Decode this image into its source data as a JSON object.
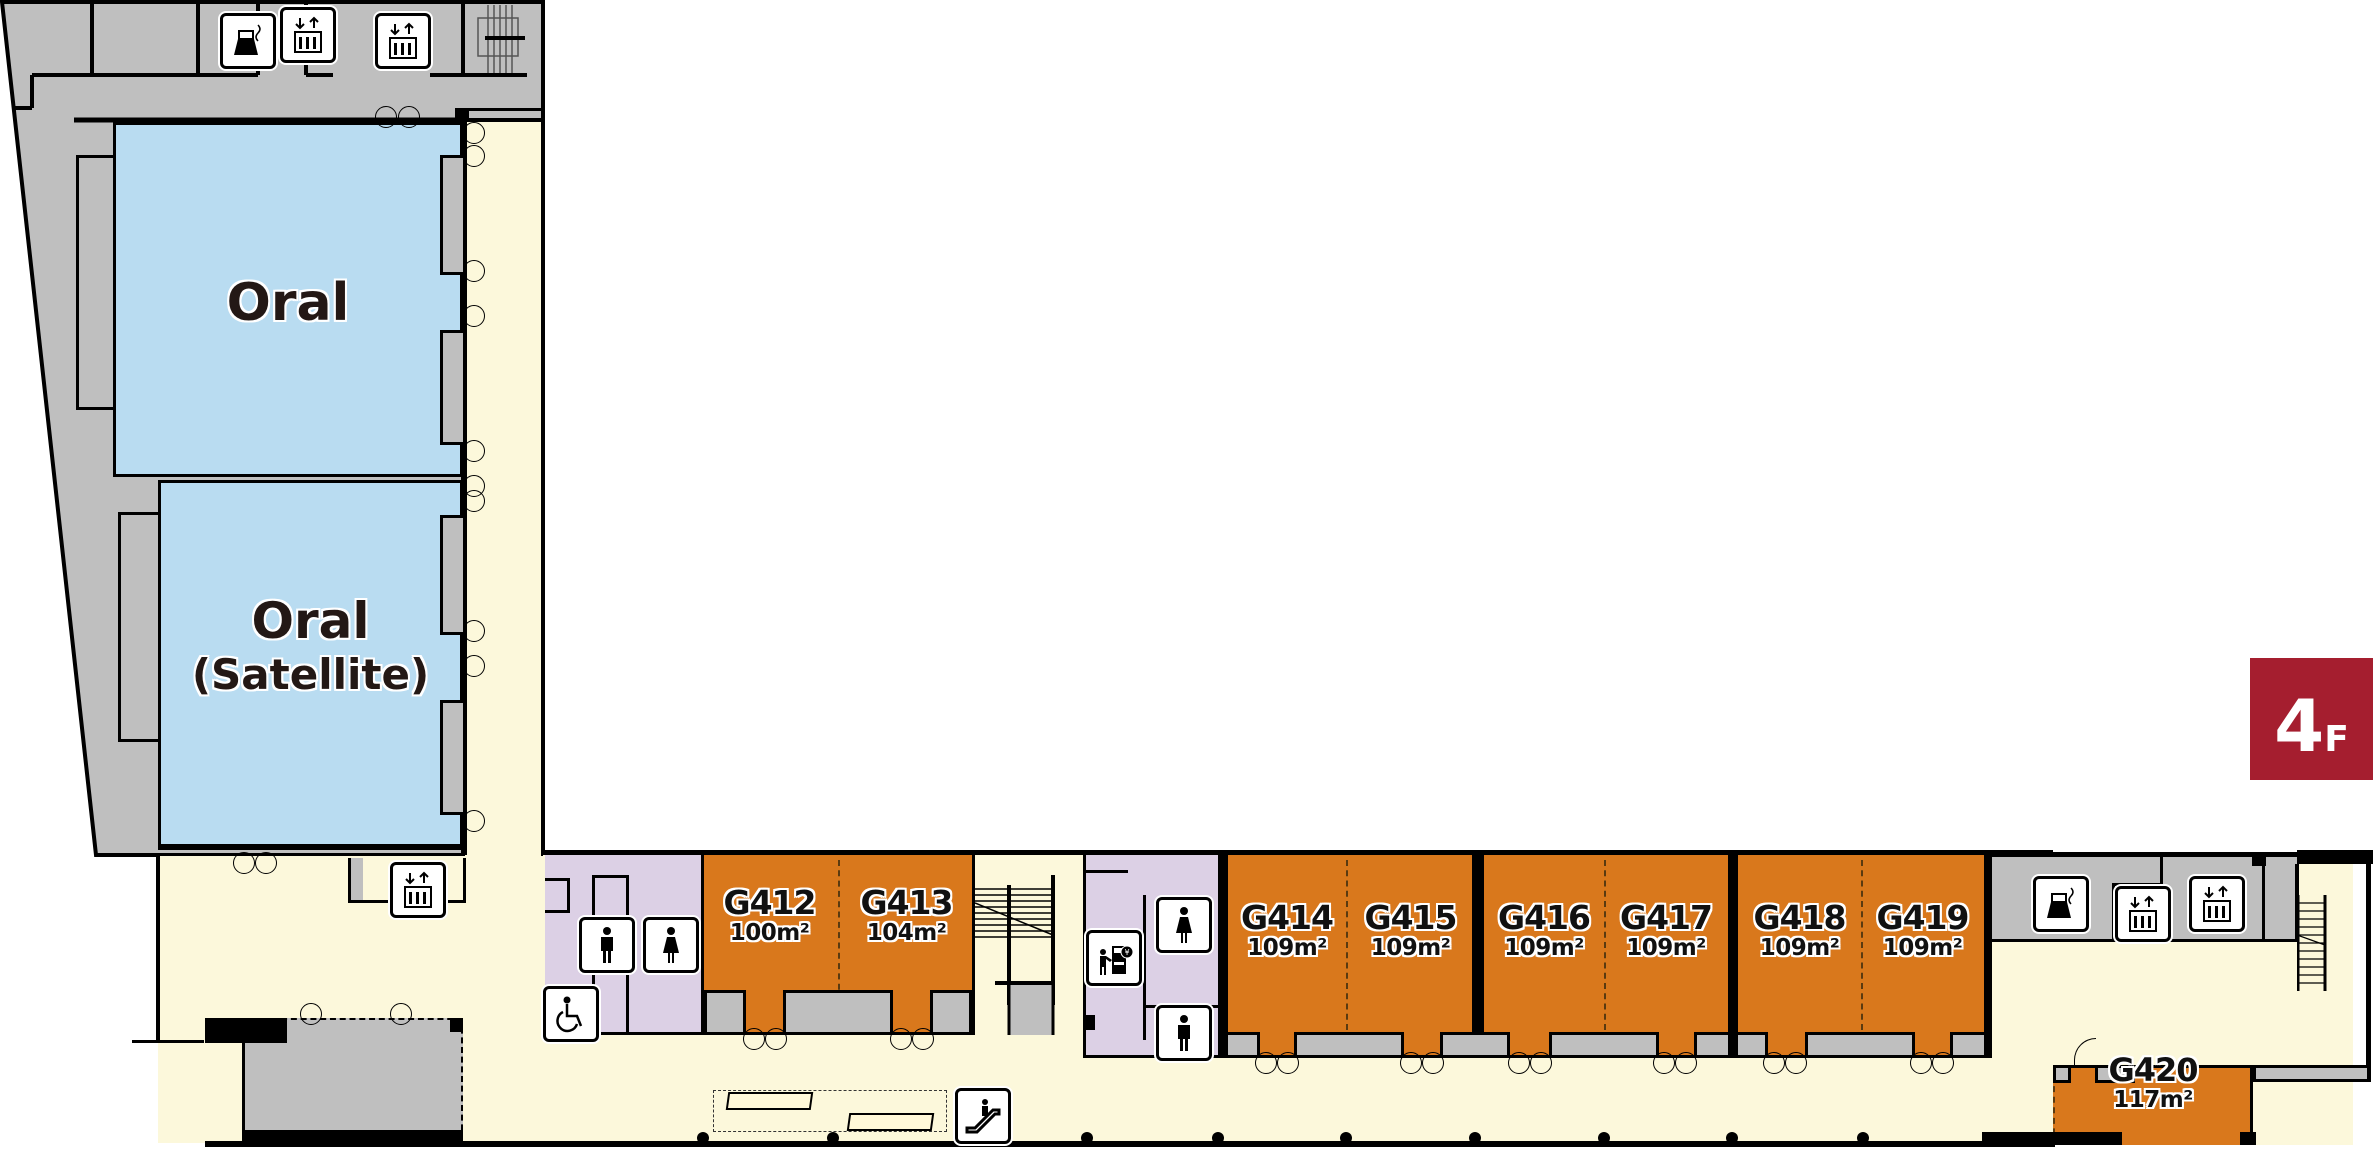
{
  "floor_badge": {
    "number": "4",
    "suffix": "F",
    "color": "#a51e2f"
  },
  "colors": {
    "oral_room": "#b9dcf1",
    "meeting_room": "#d9781c",
    "corridor": "#fcf8db",
    "restroom": "#dcd0e5",
    "service": "#bfbfbf"
  },
  "west_wing": {
    "rooms": [
      {
        "id": "oral",
        "label": "Oral"
      },
      {
        "id": "oral-satellite",
        "label_line1": "Oral",
        "label_line2": "(Satellite)"
      }
    ]
  },
  "east_wing": {
    "rooms": [
      {
        "code": "G412",
        "area": "100m²"
      },
      {
        "code": "G413",
        "area": "104m²"
      },
      {
        "code": "G414",
        "area": "109m²"
      },
      {
        "code": "G415",
        "area": "109m²"
      },
      {
        "code": "G416",
        "area": "109m²"
      },
      {
        "code": "G417",
        "area": "109m²"
      },
      {
        "code": "G418",
        "area": "109m²"
      },
      {
        "code": "G419",
        "area": "109m²"
      },
      {
        "code": "G420",
        "area": "117m²"
      }
    ]
  },
  "icons": [
    "kettle-icon",
    "elevator-icon",
    "elevator-icon",
    "elevator-icon",
    "mens-restroom-icon",
    "womens-restroom-icon",
    "accessible-restroom-icon",
    "atm-icon",
    "womens-restroom-icon",
    "mens-restroom-icon",
    "escalator-icon",
    "kettle-icon",
    "elevator-icon",
    "elevator-icon"
  ]
}
